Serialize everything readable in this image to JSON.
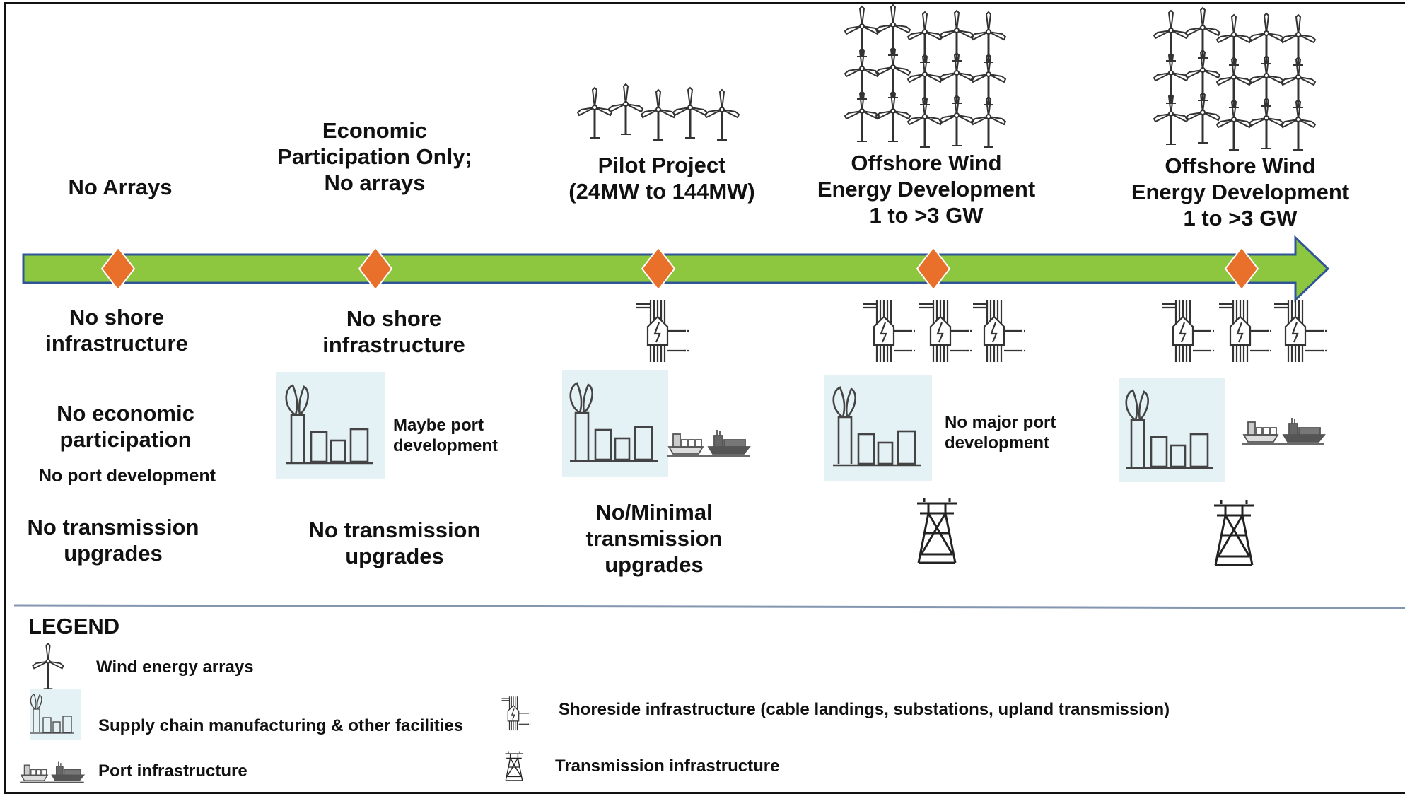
{
  "stages": [
    {
      "title": "No Arrays",
      "shore": "No shore\ninfrastructure",
      "economic": "No economic\nparticipation",
      "port": "No port development",
      "transmission": "No transmission\nupgrades"
    },
    {
      "title": "Economic\nParticipation Only;\nNo arrays",
      "shore": "No shore\ninfrastructure",
      "port": "Maybe port\ndevelopment",
      "transmission": "No transmission\nupgrades"
    },
    {
      "title": "Pilot Project\n(24MW to 144MW)",
      "transmission": "No/Minimal\ntransmission\nupgrades"
    },
    {
      "title": "Offshore Wind\nEnergy Development\n1  to >3 GW",
      "port": "No major port\ndevelopment"
    },
    {
      "title": "Offshore Wind\nEnergy Development\n1  to >3 GW"
    }
  ],
  "legend": {
    "title": "LEGEND",
    "items": [
      {
        "icon": "wind-turbine-icon",
        "label": "Wind energy arrays"
      },
      {
        "icon": "factory-icon",
        "label": "Supply chain manufacturing & other facilities"
      },
      {
        "icon": "ship-icon",
        "label": "Port infrastructure"
      },
      {
        "icon": "substation-icon",
        "label": "Shoreside infrastructure (cable landings, substations, upland transmission)"
      },
      {
        "icon": "transmission-tower-icon",
        "label": "Transmission infrastructure"
      }
    ]
  },
  "colors": {
    "timeline": "#8dc63f",
    "timeline_border": "#2f5597",
    "milestone": "#e8702a",
    "divider": "#8496b0",
    "icon": "#333333",
    "icon_bg": "#e4f1f5"
  }
}
